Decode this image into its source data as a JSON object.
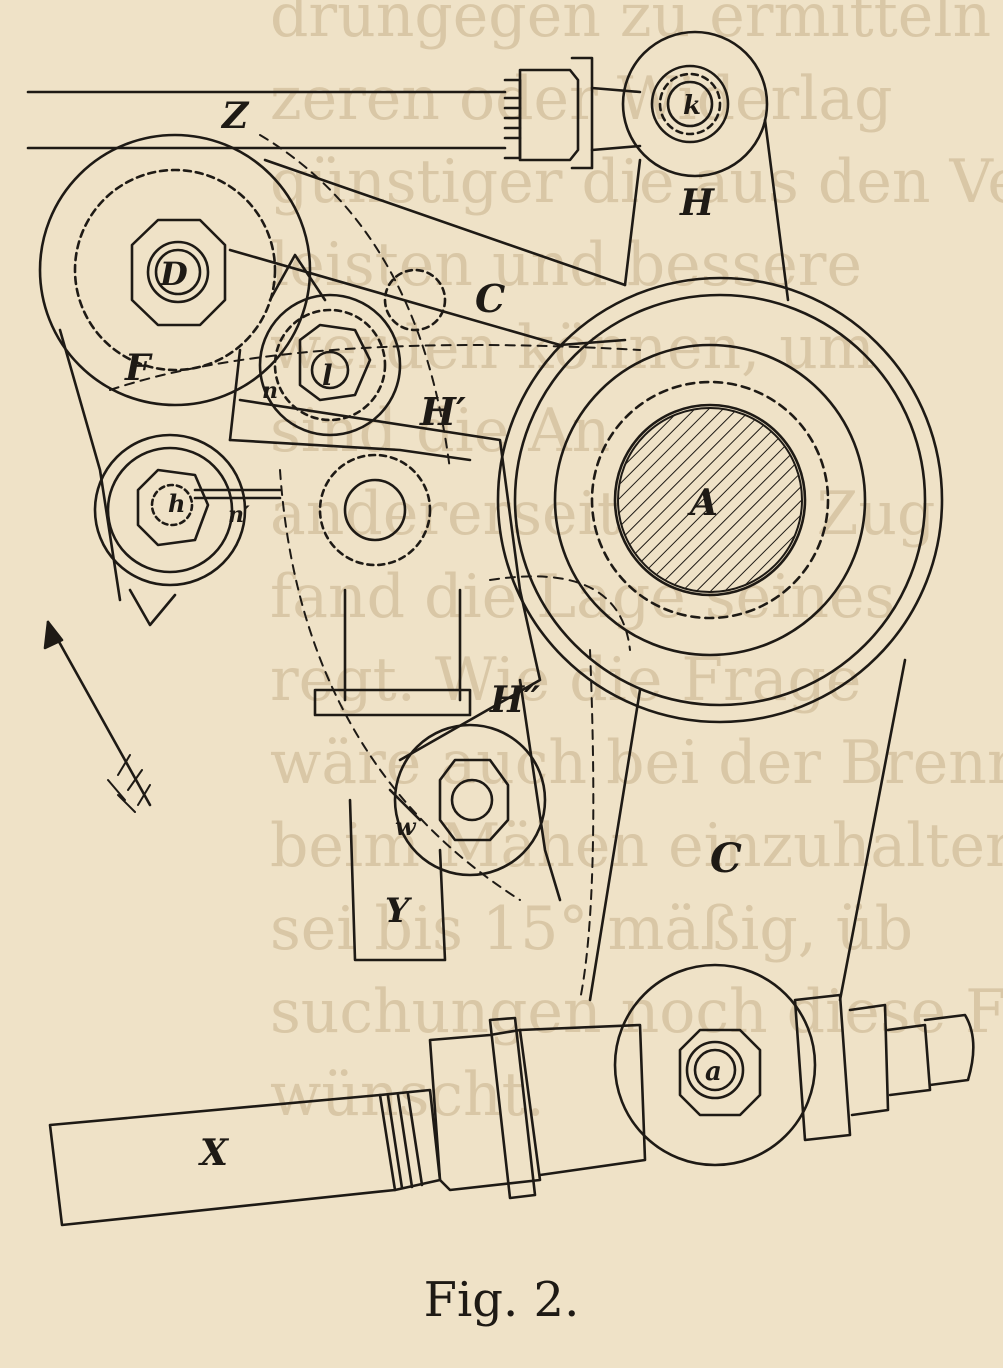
{
  "figure": {
    "caption": "Fig. 2.",
    "labels": {
      "Z": "Z",
      "k": "k",
      "H_top": "H",
      "D": "D",
      "C_top": "C",
      "F": "F",
      "l": "l",
      "n": "n",
      "H_prime": "H′",
      "A": "A",
      "h": "h",
      "n_prime": "n′",
      "H_dprime": "H″",
      "w": "w",
      "Y": "Y",
      "C_bottom": "C",
      "a": "a",
      "X": "X"
    }
  },
  "colors": {
    "paper": "#efe2c7",
    "ink": "#1e1a15",
    "background_text": "#d9c7a6"
  },
  "background_text_lines": [
    "drungegen zu ermitteln",
    "zeren oder Widerlag",
    "günstiger die aus den Ve",
    "leisten und bessere",
    "werden können, um",
    "sind die An",
    "andererseits vom Zug",
    "fand die Lage seines",
    "regt. Wie die Frage",
    "wäre auch bei der Brenne",
    "beim Mähen einzuhalten,",
    "sei bis 15° mäßig, üb",
    "suchungen noch diese Fr",
    "wünscht."
  ]
}
